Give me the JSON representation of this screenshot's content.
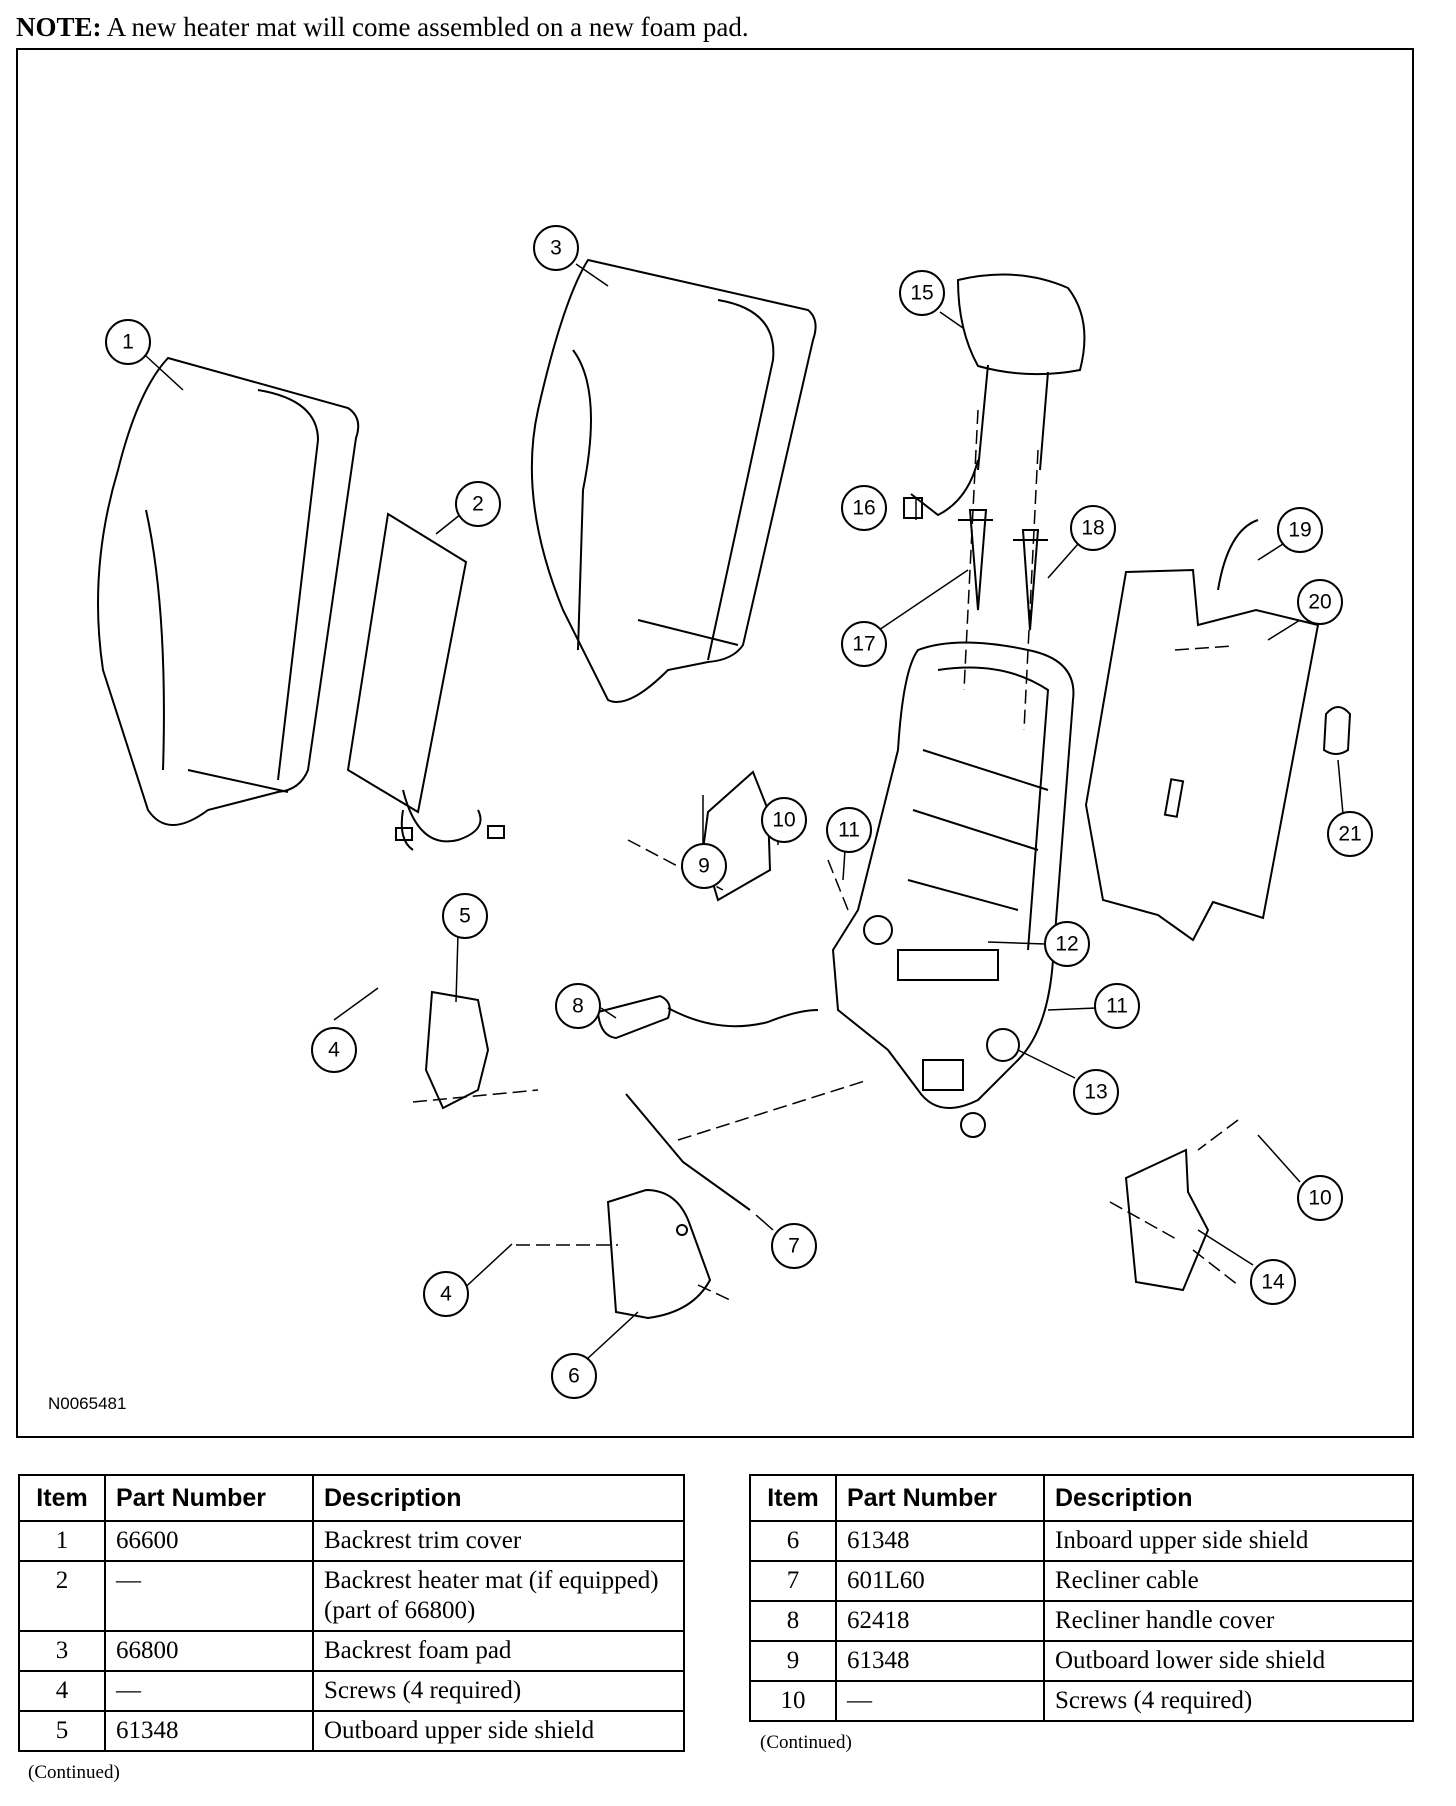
{
  "note": {
    "label": "NOTE:",
    "text": "A new heater mat will come assembled on a new foam pad."
  },
  "figure_id": "N0065481",
  "callouts": [
    "1",
    "2",
    "3",
    "4",
    "4",
    "5",
    "6",
    "7",
    "8",
    "9",
    "10",
    "10",
    "11",
    "11",
    "12",
    "13",
    "14",
    "15",
    "16",
    "17",
    "18",
    "19",
    "20",
    "21"
  ],
  "table_headers": {
    "item": "Item",
    "part_number": "Part Number",
    "description": "Description"
  },
  "table_left": [
    {
      "item": "1",
      "part": "66600",
      "desc": "Backrest trim cover"
    },
    {
      "item": "2",
      "part": "—",
      "desc": "Backrest heater mat (if equipped) (part of 66800)"
    },
    {
      "item": "3",
      "part": "66800",
      "desc": "Backrest foam pad"
    },
    {
      "item": "4",
      "part": "—",
      "desc": "Screws (4 required)"
    },
    {
      "item": "5",
      "part": "61348",
      "desc": "Outboard upper side shield"
    }
  ],
  "table_right": [
    {
      "item": "6",
      "part": "61348",
      "desc": "Inboard upper side shield"
    },
    {
      "item": "7",
      "part": "601L60",
      "desc": "Recliner cable"
    },
    {
      "item": "8",
      "part": "62418",
      "desc": "Recliner handle cover"
    },
    {
      "item": "9",
      "part": "61348",
      "desc": "Outboard lower side shield"
    },
    {
      "item": "10",
      "part": "—",
      "desc": "Screws (4 required)"
    }
  ],
  "continued": "(Continued)"
}
